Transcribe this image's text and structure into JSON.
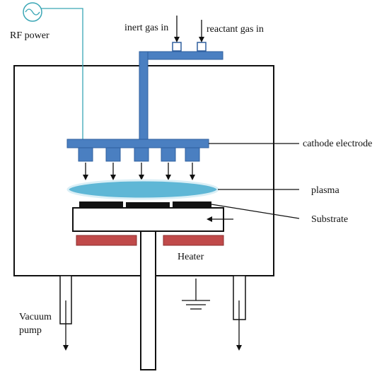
{
  "labels": {
    "rf_power": "RF power",
    "inert_gas": "inert gas in",
    "reactant_gas": "reactant gas in",
    "cathode_electrode": "cathode electrode",
    "plasma": "plasma",
    "substrate": "Substrate",
    "heater": "Heater",
    "vacuum_pump_line1": "Vacuum",
    "vacuum_pump_line2": "pump"
  },
  "colors": {
    "electrode_blue": "#4a7fc1",
    "electrode_stroke": "#2f5f9e",
    "plasma_fill": "#5fb7d6",
    "heater_red": "#c04a4a",
    "rf_line": "#3aa6b5",
    "outline": "#111111"
  }
}
